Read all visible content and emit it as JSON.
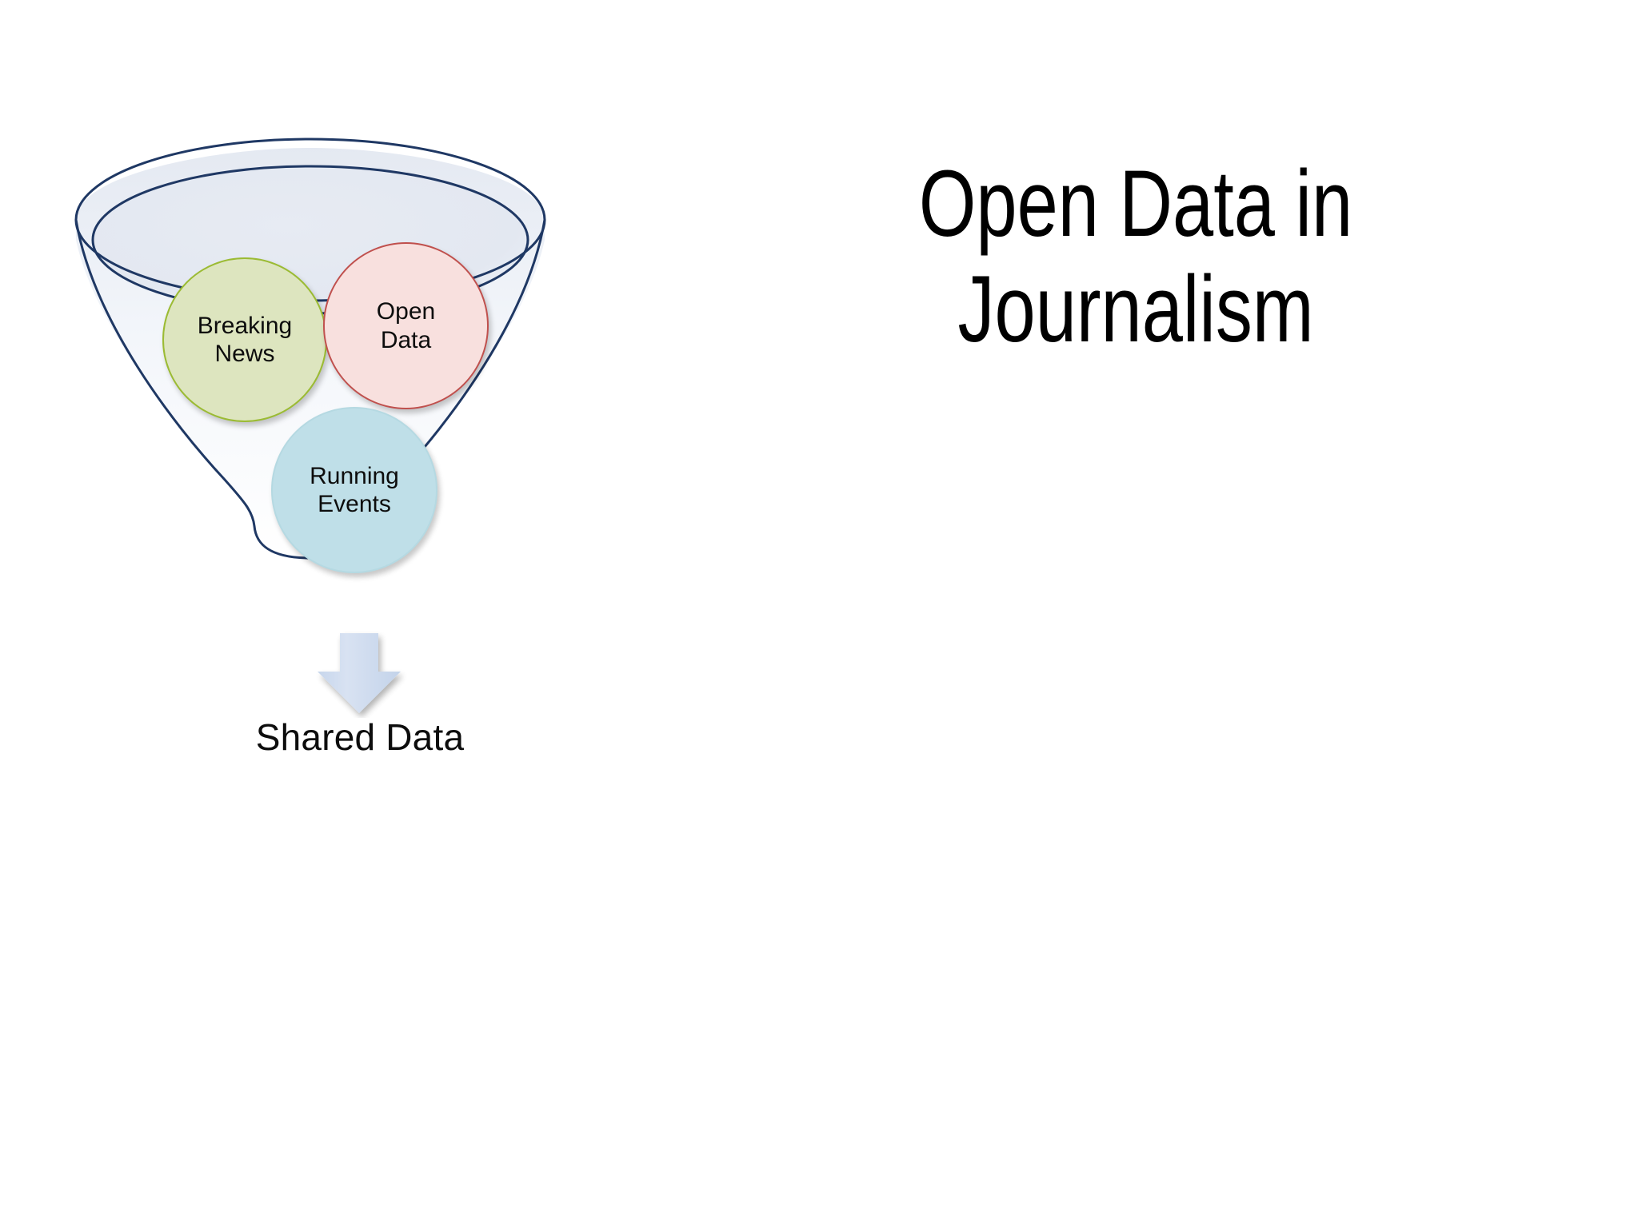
{
  "slide": {
    "background_color": "#ffffff",
    "title": "Open Data in\nJournalism"
  },
  "diagram": {
    "type": "funnel",
    "name": "funnel-diagram",
    "outline_color": "#1f3864",
    "funnel_fill_color": "#e6eaf2",
    "bubbles": [
      {
        "id": "breaking-news",
        "label": "Breaking\nNews",
        "fill": "#dde5bf",
        "stroke": "#9bbb33"
      },
      {
        "id": "open-data",
        "label": "Open\nData",
        "fill": "#f8e0de",
        "stroke": "#c0504d"
      },
      {
        "id": "running-events",
        "label": "Running\nEvents",
        "fill": "#bfdfe8",
        "stroke": "#b5d9e2"
      }
    ],
    "arrow": {
      "name": "down-arrow-icon",
      "fill": "#cfdcef",
      "direction": "down"
    },
    "output_label": "Shared Data"
  }
}
